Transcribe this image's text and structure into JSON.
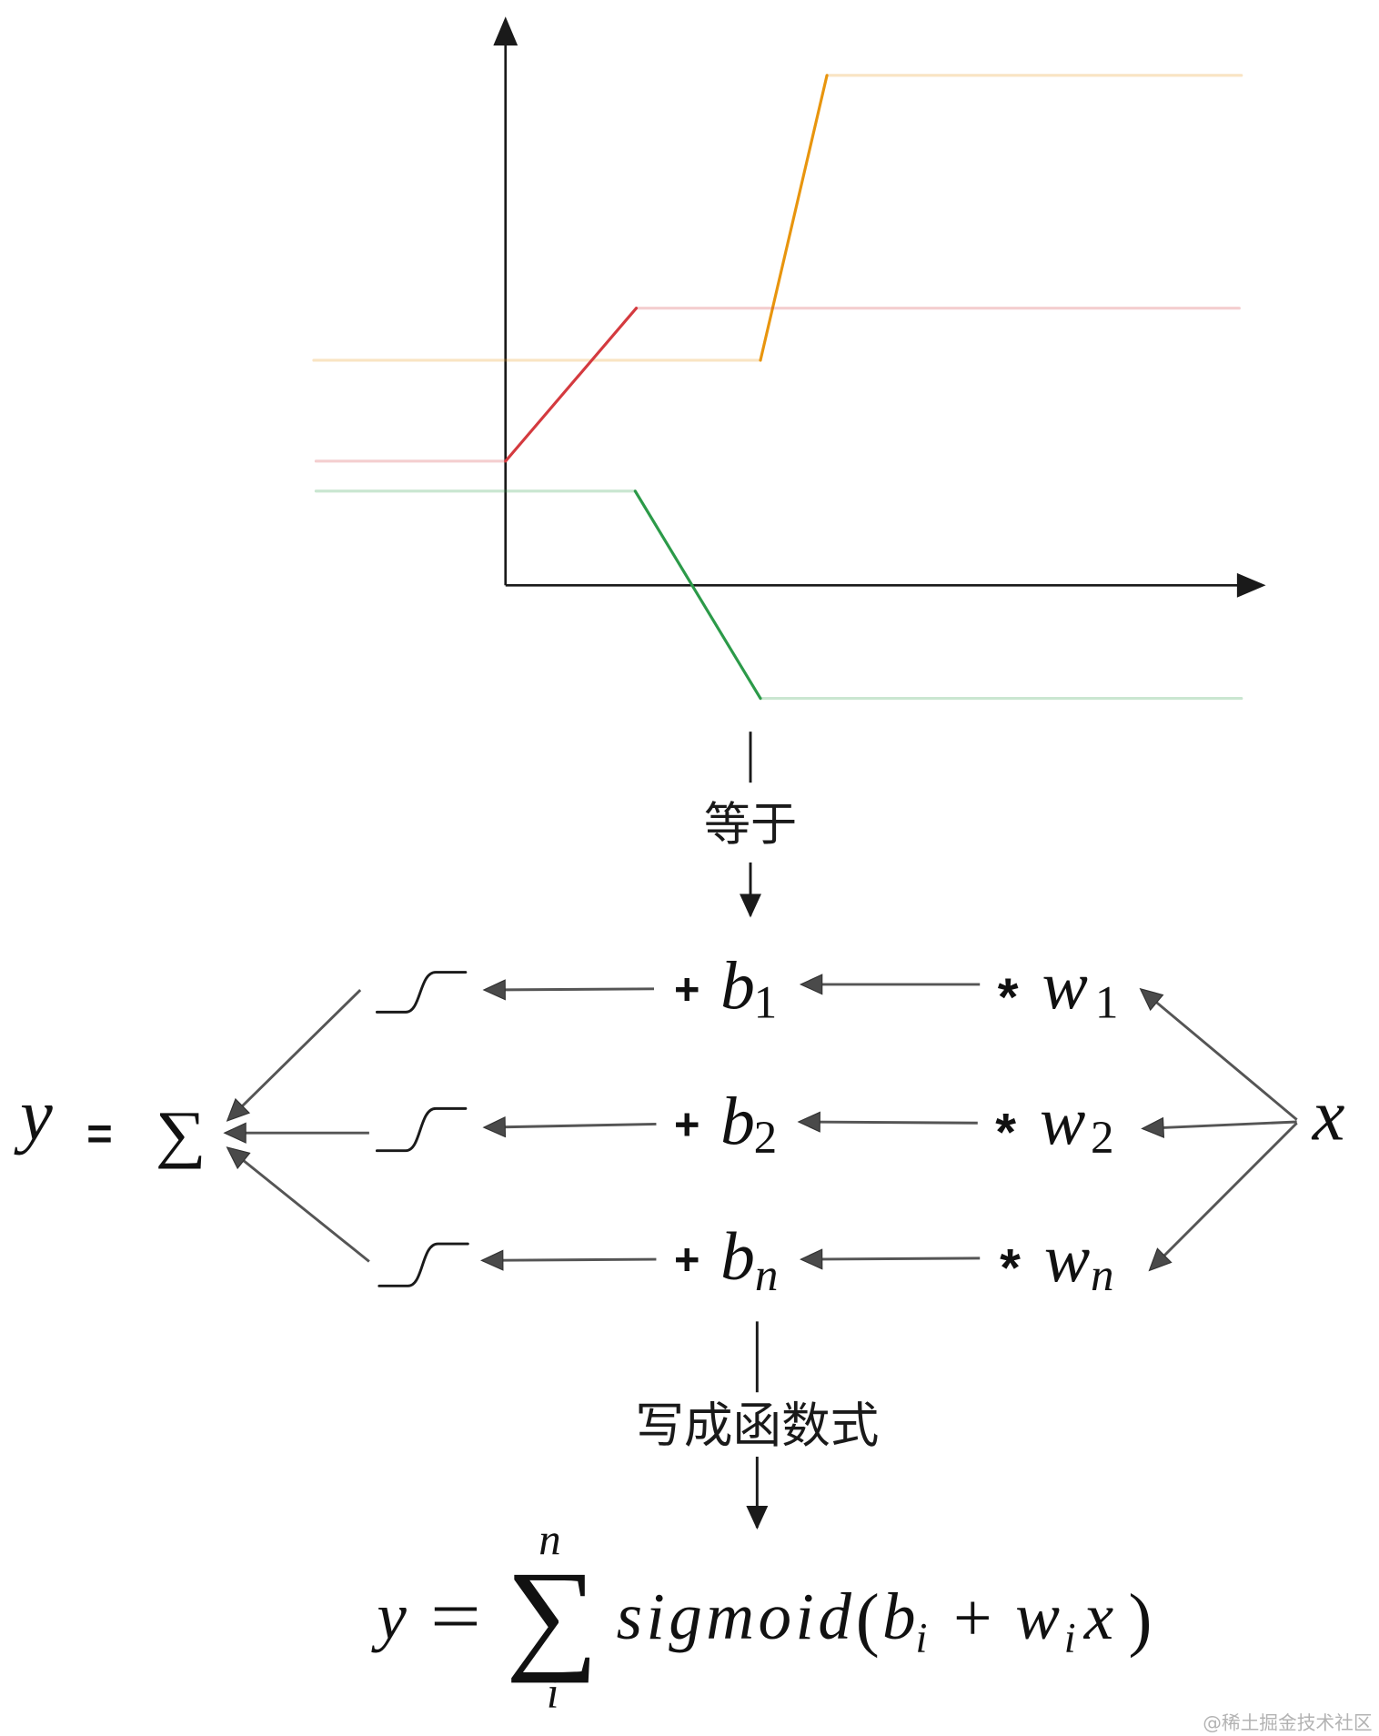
{
  "labels": {
    "equals_arrow": "等于",
    "function_arrow": "写成函数式"
  },
  "sum_diagram": {
    "output_var": "y",
    "equals": "=",
    "sum_symbol": "∑",
    "rows": [
      {
        "plus": "+",
        "bias": "b",
        "bias_sub": "1",
        "times": "*",
        "weight": "w",
        "weight_sub": "1"
      },
      {
        "plus": "+",
        "bias": "b",
        "bias_sub": "2",
        "times": "*",
        "weight": "w",
        "weight_sub": "2"
      },
      {
        "plus": "+",
        "bias": "b",
        "bias_sub": "n",
        "times": "*",
        "weight": "w",
        "weight_sub": "n"
      }
    ],
    "input_var": "x"
  },
  "formula": {
    "lhs": "y",
    "equals": "=",
    "sum_symbol": "∑",
    "upper_limit": "n",
    "lower_limit": "i",
    "func": "sigmoid",
    "open_paren": "(",
    "bias": "b",
    "bias_sub": "i",
    "plus": "+",
    "weight": "w",
    "weight_sub": "i",
    "input": "x",
    "close_paren": ")"
  },
  "watermark": "@稀土掘金技术社区",
  "colors": {
    "orange": "#e8950e",
    "red": "#d43a3f",
    "green": "#2c9a49",
    "axis": "#1a1a1a",
    "arrow": "#555555",
    "arrow_head": "#4a4a4a",
    "black_arrow": "#1a1a1a",
    "watermark": "#b3b3b3"
  }
}
